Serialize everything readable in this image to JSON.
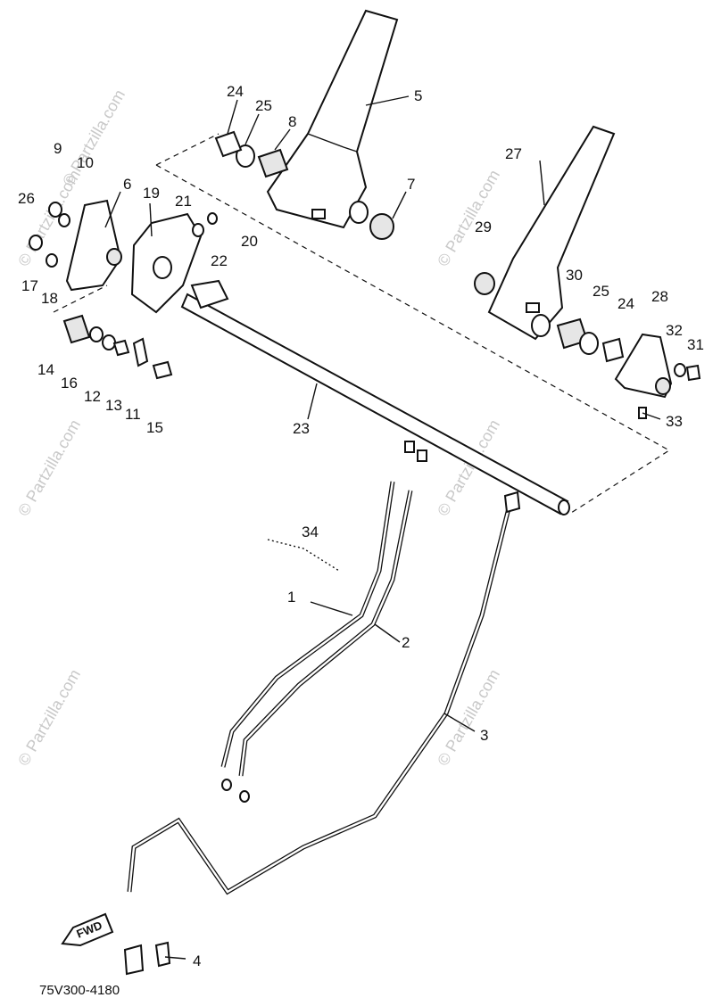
{
  "diagram": {
    "code": "75V300-4180",
    "fwd_label": "FWD",
    "watermark": "© Partzilla.com",
    "callouts": [
      "1",
      "2",
      "3",
      "4",
      "5",
      "6",
      "7",
      "8",
      "9",
      "10",
      "11",
      "12",
      "13",
      "14",
      "15",
      "16",
      "17",
      "18",
      "19",
      "20",
      "21",
      "22",
      "23",
      "24",
      "25",
      "26",
      "27",
      "28",
      "29",
      "30",
      "31",
      "32",
      "33",
      "34"
    ],
    "extra_callouts": {
      "24b": "24",
      "25b": "25"
    }
  }
}
